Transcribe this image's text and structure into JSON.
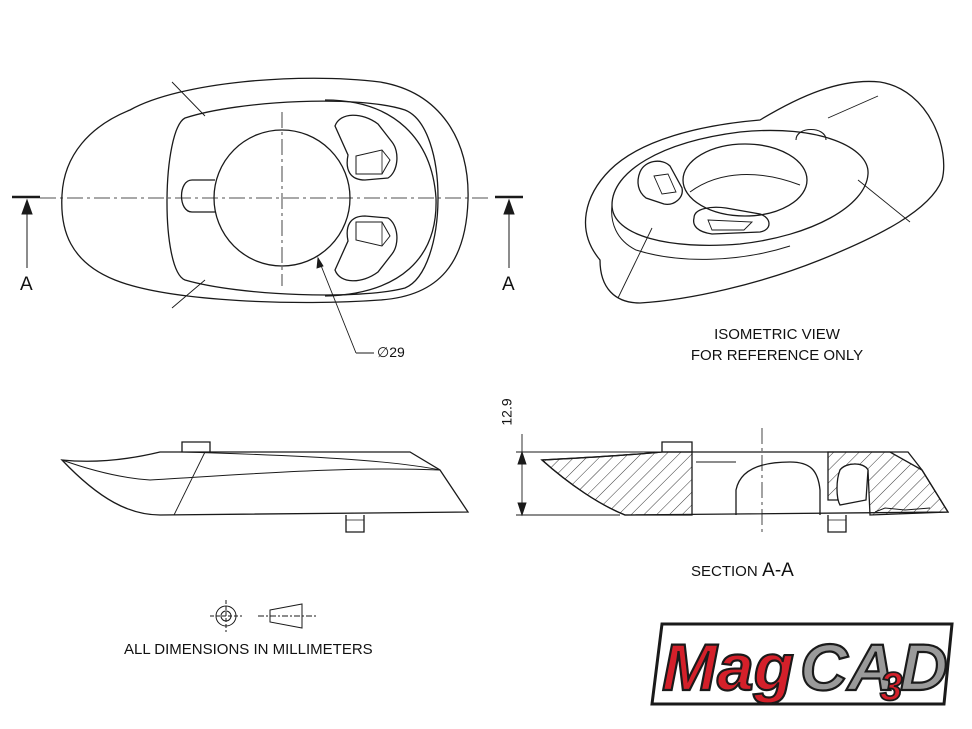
{
  "section_marker_letter": "A",
  "diameter_callout": "∅29",
  "height_dimension": "12.9",
  "isometric_note": {
    "line1": "ISOMETRIC VIEW",
    "line2": "FOR REFERENCE ONLY"
  },
  "section_title": {
    "prefix": "SECTION",
    "name": "A-A"
  },
  "units_note": "ALL DIMENSIONS IN MILLIMETERS",
  "logo": {
    "text_left": "Mag",
    "text_mid": "CA",
    "text_sub": "3",
    "text_right": "D",
    "colors": {
      "red": "#d4202a",
      "grey": "#9a9a9a",
      "outline": "#1a1a1a"
    }
  },
  "icons": [
    "first-angle-projection-icon"
  ]
}
